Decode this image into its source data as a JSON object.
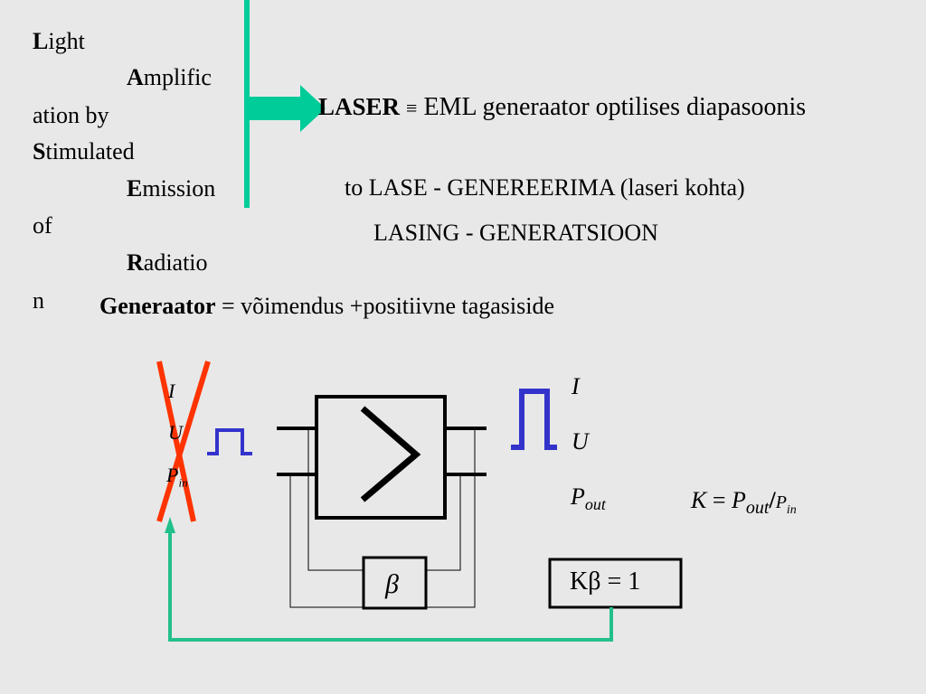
{
  "acronym": [
    {
      "initial": "L",
      "rest": "ight"
    },
    {
      "initial": "A",
      "rest": "mplific"
    },
    {
      "initial": "",
      "rest": "ation by"
    },
    {
      "initial": "S",
      "rest": "timulated"
    },
    {
      "initial": "E",
      "rest": "mission"
    },
    {
      "initial": "",
      "rest": "of"
    },
    {
      "initial": "R",
      "rest": "adiatio"
    },
    {
      "initial": "",
      "rest": "n"
    }
  ],
  "definition": {
    "term": "LASER",
    "equiv_symbol": "≡",
    "text": "EML generaator optilises diapasoonis"
  },
  "lase_line": "to LASE - GENEREERIMA (laseri kohta)",
  "lasing_line": "LASING - GENERATSIOON",
  "generator": {
    "term": "Generaator",
    "text": "= võimendus +positiivne tagasiside"
  },
  "diagram": {
    "input_labels": {
      "i": "I",
      "u": "U",
      "p": "P",
      "p_sub": "in"
    },
    "output_labels": {
      "i": "I",
      "u": "U",
      "p": "P",
      "p_sub": "out"
    },
    "gain_formula": {
      "k": "K",
      "eq": "=",
      "p_out": "P",
      "p_out_sub": "out",
      "slash": "/",
      "p_in": "P",
      "p_in_sub": "in"
    },
    "beta_symbol": "β",
    "condition": "Kβ = 1",
    "colors": {
      "arrow": "#00cc99",
      "pulse": "#3333cc",
      "cross": "#ff3300",
      "feedback": "#22c08a"
    }
  }
}
